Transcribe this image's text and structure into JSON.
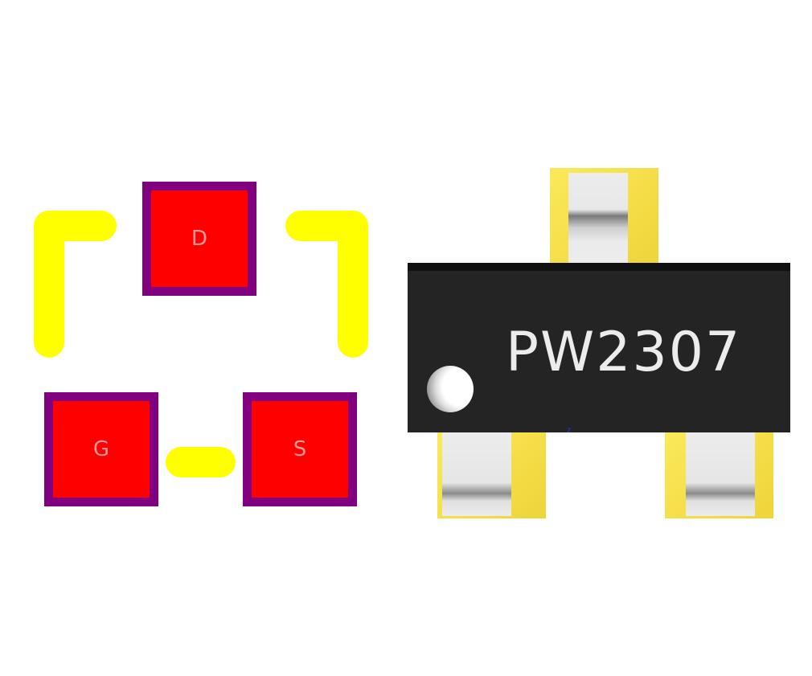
{
  "footprint": {
    "pads": [
      {
        "label": "D"
      },
      {
        "label": "G"
      },
      {
        "label": "S"
      }
    ],
    "colors": {
      "pad": "#ff0000",
      "pad_border": "#800080",
      "silkscreen": "#ffff00"
    }
  },
  "model3d": {
    "marking": "PW2307",
    "axis_label": "z",
    "colors": {
      "body": "#242424",
      "pad": "#f2d83e",
      "lead": "#e8e8e8"
    }
  }
}
